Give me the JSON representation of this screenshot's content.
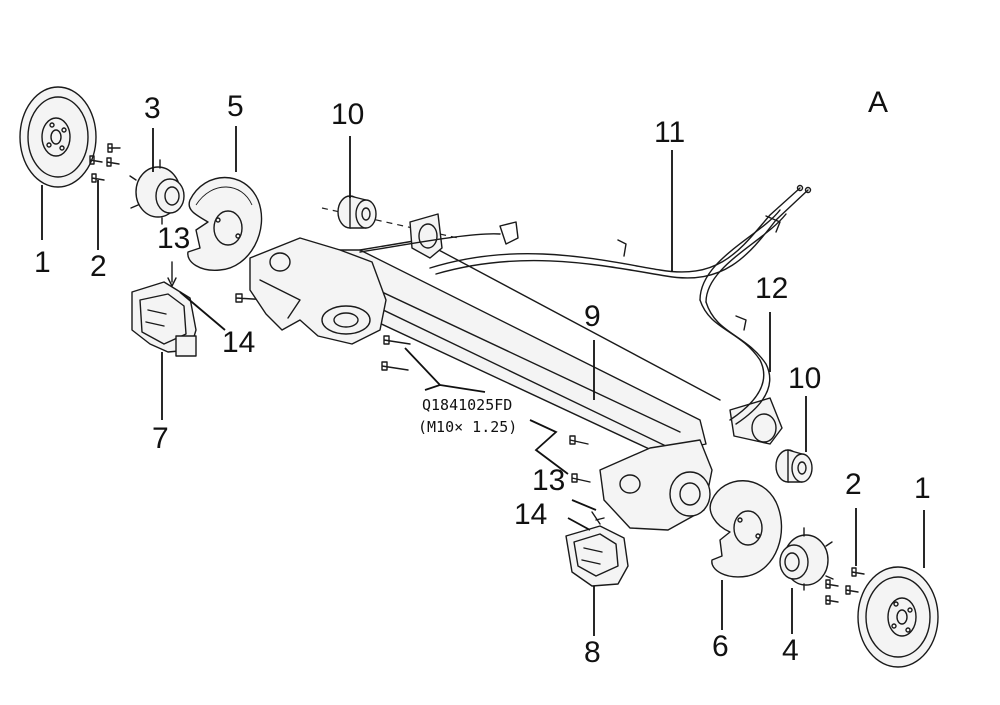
{
  "diagram": {
    "corner_label": "A",
    "part_callouts": [
      "1",
      "2",
      "3",
      "5",
      "10",
      "11",
      "13",
      "14",
      "7",
      "12",
      "9",
      "10",
      "2",
      "1",
      "13",
      "14",
      "8",
      "6",
      "4"
    ],
    "bolt_spec": {
      "part_code": "Q1841025FD",
      "thread": "(M10× 1.25)"
    }
  }
}
